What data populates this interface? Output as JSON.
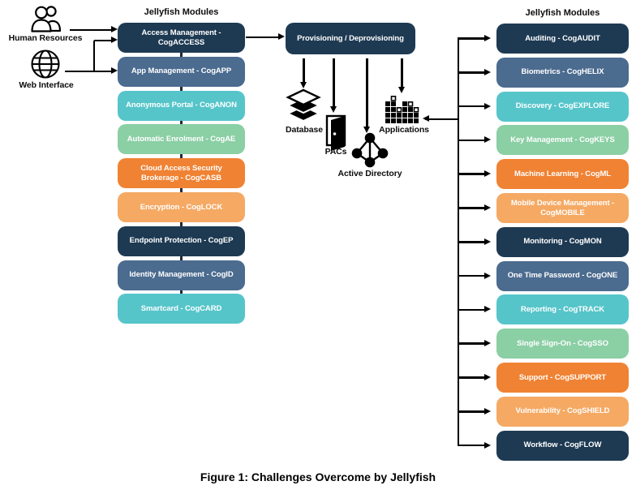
{
  "figure": {
    "caption": "Figure 1: Challenges Overcome by Jellyfish"
  },
  "colors": {
    "navy": "#1e3a53",
    "bluegray": "#4b6b8f",
    "teal": "#56c5ca",
    "green": "#8bcfa5",
    "orange": "#f08233",
    "lightorange": "#f5a963",
    "line": "#000000",
    "box_text": "#ffffff"
  },
  "sources": {
    "human_resources": {
      "label": "Human Resources",
      "icon": "people-icon"
    },
    "web_interface": {
      "label": "Web Interface",
      "icon": "globe-icon"
    }
  },
  "left_panel": {
    "header": "Jellyfish Modules",
    "modules": [
      {
        "label": "Access Management - CogACCESS",
        "color": "navy"
      },
      {
        "label": "App Management - CogAPP",
        "color": "bluegray"
      },
      {
        "label": "Anonymous Portal - CogANON",
        "color": "teal"
      },
      {
        "label": "Automatic Enrolment - CogAE",
        "color": "green"
      },
      {
        "label": "Cloud Access Security Brokerage - CogCASB",
        "color": "orange"
      },
      {
        "label": "Encryption - CogLOCK",
        "color": "lightorange"
      },
      {
        "label": "Endpoint Protection - CogEP",
        "color": "navy"
      },
      {
        "label": "Identity Management - CogID",
        "color": "bluegray"
      },
      {
        "label": "Smartcard - CogCARD",
        "color": "teal"
      }
    ]
  },
  "center": {
    "provisioning": {
      "label": "Provisioning / Deprovisioning"
    },
    "targets": {
      "database": {
        "label": "Database",
        "icon": "database-layers-icon"
      },
      "pacs": {
        "label": "PACs",
        "icon": "open-door-icon"
      },
      "active_directory": {
        "label": "Active Directory",
        "icon": "network-nodes-icon"
      },
      "applications": {
        "label": "Applications",
        "icon": "app-grid-icon"
      }
    }
  },
  "right_panel": {
    "header": "Jellyfish Modules",
    "modules": [
      {
        "label": "Auditing - CogAUDIT",
        "color": "navy"
      },
      {
        "label": "Biometrics - CogHELIX",
        "color": "bluegray"
      },
      {
        "label": "Discovery - CogEXPLORE",
        "color": "teal"
      },
      {
        "label": "Key Management - CogKEYS",
        "color": "green"
      },
      {
        "label": "Machine Learning - CogML",
        "color": "orange"
      },
      {
        "label": "Mobile Device Management - CogMOBILE",
        "color": "lightorange"
      },
      {
        "label": "Monitoring - CogMON",
        "color": "navy"
      },
      {
        "label": "One Time Password - CogONE",
        "color": "bluegray"
      },
      {
        "label": "Reporting - CogTRACK",
        "color": "teal"
      },
      {
        "label": "Single Sign-On - CogSSO",
        "color": "green"
      },
      {
        "label": "Support - CogSUPPORT",
        "color": "orange"
      },
      {
        "label": "Vulnerability - CogSHIELD",
        "color": "lightorange"
      },
      {
        "label": "Workflow - CogFLOW",
        "color": "navy"
      }
    ]
  }
}
